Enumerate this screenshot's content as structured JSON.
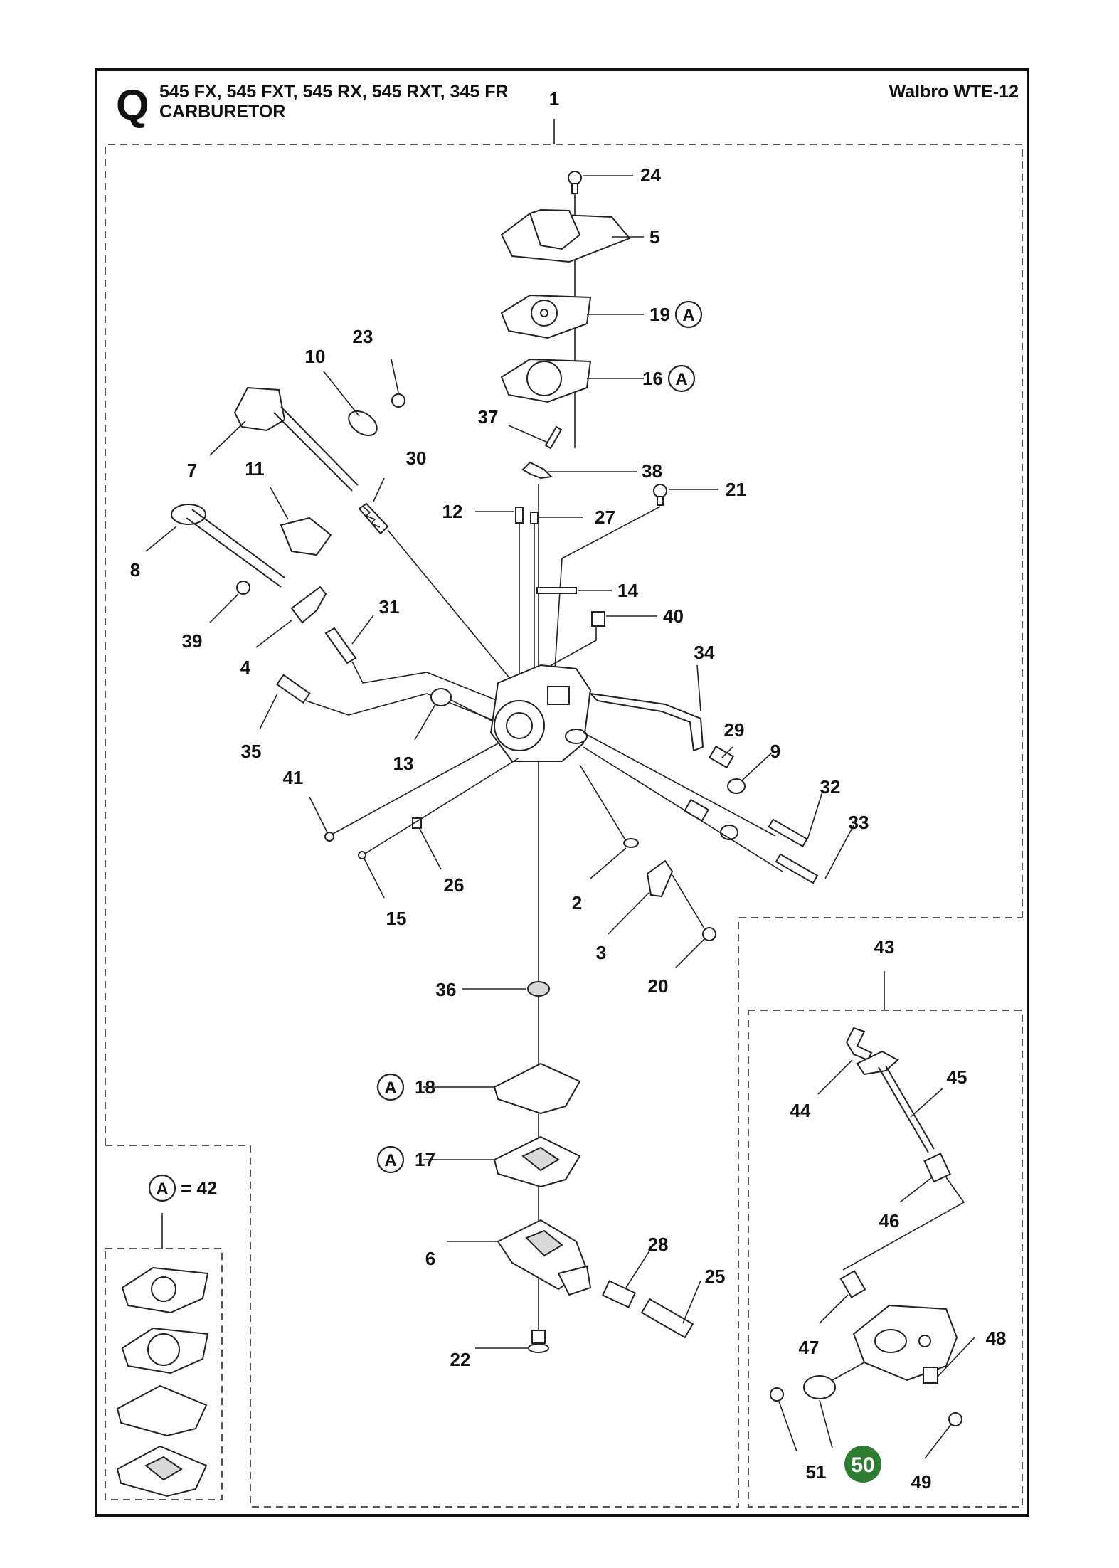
{
  "header": {
    "section_letter": "Q",
    "models": "545 FX, 545 FXT, 545 RX, 545 RXT, 345 FR",
    "title": "CARBURETOR",
    "brand_model": "Walbro WTE-12"
  },
  "kit_legend": {
    "marker": "A",
    "equals_text": "= 42"
  },
  "highlight": {
    "label": "50",
    "color": "#2e7d32"
  },
  "callouts": [
    {
      "id": "c1",
      "label": "1"
    },
    {
      "id": "c24",
      "label": "24"
    },
    {
      "id": "c5",
      "label": "5"
    },
    {
      "id": "c19",
      "label": "19",
      "kit": "A"
    },
    {
      "id": "c16",
      "label": "16",
      "kit": "A"
    },
    {
      "id": "c23",
      "label": "23"
    },
    {
      "id": "c10",
      "label": "10"
    },
    {
      "id": "c37",
      "label": "37"
    },
    {
      "id": "c38",
      "label": "38"
    },
    {
      "id": "c7",
      "label": "7"
    },
    {
      "id": "c11",
      "label": "11"
    },
    {
      "id": "c30",
      "label": "30"
    },
    {
      "id": "c21",
      "label": "21"
    },
    {
      "id": "c12",
      "label": "12"
    },
    {
      "id": "c27",
      "label": "27"
    },
    {
      "id": "c8",
      "label": "8"
    },
    {
      "id": "c14",
      "label": "14"
    },
    {
      "id": "c40",
      "label": "40"
    },
    {
      "id": "c31",
      "label": "31"
    },
    {
      "id": "c39",
      "label": "39"
    },
    {
      "id": "c34",
      "label": "34"
    },
    {
      "id": "c4",
      "label": "4"
    },
    {
      "id": "c29",
      "label": "29"
    },
    {
      "id": "c35",
      "label": "35"
    },
    {
      "id": "c13",
      "label": "13"
    },
    {
      "id": "c9",
      "label": "9"
    },
    {
      "id": "c41",
      "label": "41"
    },
    {
      "id": "c32",
      "label": "32"
    },
    {
      "id": "c33",
      "label": "33"
    },
    {
      "id": "c26",
      "label": "26"
    },
    {
      "id": "c2",
      "label": "2"
    },
    {
      "id": "c15",
      "label": "15"
    },
    {
      "id": "c3",
      "label": "3"
    },
    {
      "id": "c43",
      "label": "43"
    },
    {
      "id": "c36",
      "label": "36"
    },
    {
      "id": "c20",
      "label": "20"
    },
    {
      "id": "c45",
      "label": "45"
    },
    {
      "id": "c44",
      "label": "44"
    },
    {
      "id": "c18",
      "label": "18",
      "kit": "A"
    },
    {
      "id": "c17",
      "label": "17",
      "kit": "A"
    },
    {
      "id": "c46",
      "label": "46"
    },
    {
      "id": "c28",
      "label": "28"
    },
    {
      "id": "c6",
      "label": "6"
    },
    {
      "id": "c25",
      "label": "25"
    },
    {
      "id": "c47",
      "label": "47"
    },
    {
      "id": "c48",
      "label": "48"
    },
    {
      "id": "c22",
      "label": "22"
    },
    {
      "id": "c51",
      "label": "51"
    },
    {
      "id": "c49",
      "label": "49"
    }
  ]
}
